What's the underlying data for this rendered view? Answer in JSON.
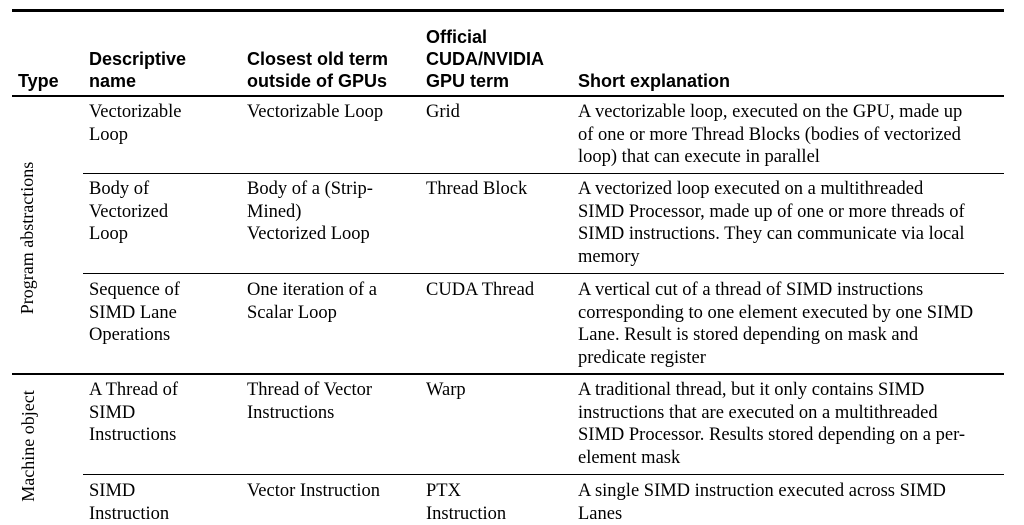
{
  "headers": {
    "type": "Type",
    "descriptive_name": "Descriptive\nname",
    "closest_old_term": "Closest old term\noutside of GPUs",
    "official_term": "Official\nCUDA/NVIDIA\nGPU term",
    "short_explanation": "Short explanation"
  },
  "groups": [
    {
      "label": "Program abstractions"
    },
    {
      "label": "Machine object"
    }
  ],
  "rows": [
    {
      "descriptive": "Vectorizable\nLoop",
      "old_term": "Vectorizable Loop",
      "cuda_term": "Grid",
      "explanation": "A vectorizable loop, executed on the GPU, made up\nof one or more Thread Blocks (bodies of vectorized\nloop) that can execute in parallel"
    },
    {
      "descriptive": "Body of\nVectorized\nLoop",
      "old_term": "Body of a (Strip-\nMined)\nVectorized Loop",
      "cuda_term": "Thread Block",
      "explanation": "A vectorized loop executed on a multithreaded\nSIMD Processor, made up of one or more threads of\nSIMD instructions. They can communicate via local\nmemory"
    },
    {
      "descriptive": "Sequence of\nSIMD Lane\nOperations",
      "old_term": "One iteration of a\nScalar Loop",
      "cuda_term": "CUDA Thread",
      "explanation": "A vertical cut of a thread of SIMD instructions\ncorresponding to one element executed by one SIMD\nLane. Result is stored depending on mask and\npredicate register"
    },
    {
      "descriptive": "A Thread of\nSIMD\nInstructions",
      "old_term": "Thread of Vector\nInstructions",
      "cuda_term": "Warp",
      "explanation": "A traditional thread, but it only contains SIMD\ninstructions that are executed on a multithreaded\nSIMD Processor. Results stored depending on a per-\nelement mask"
    },
    {
      "descriptive": "SIMD\nInstruction",
      "old_term": "Vector Instruction",
      "cuda_term": "PTX\nInstruction",
      "explanation": "A single SIMD instruction executed across SIMD\nLanes"
    }
  ]
}
